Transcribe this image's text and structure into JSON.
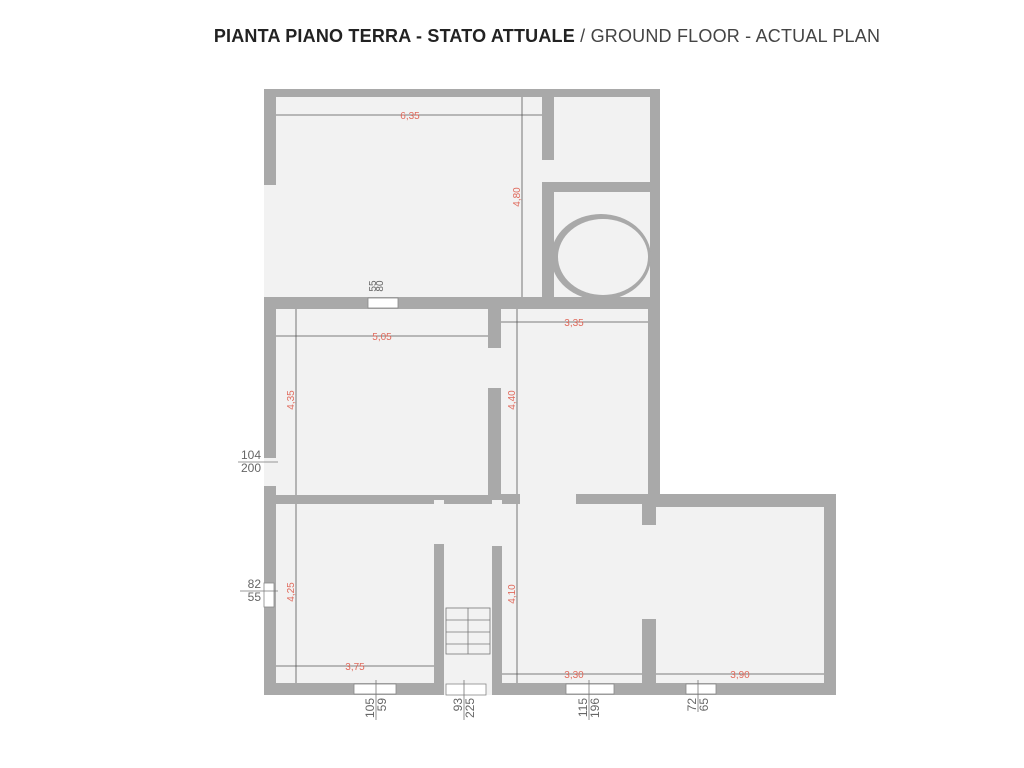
{
  "title": {
    "main": "PIANTA PIANO TERRA - STATO ATTUALE",
    "separator": " / ",
    "sub": "GROUND FLOOR - ACTUAL PLAN"
  },
  "dimensions": {
    "top_room_width": "6,35",
    "top_room_height": "4,80",
    "mid_left_width": "5,05",
    "mid_left_height": "4,35",
    "mid_right_width": "3,35",
    "mid_right_height": "4,40",
    "bottom_left_height": "4,25",
    "bottom_left_width": "3,75",
    "bottom_mid_height": "4,10",
    "bottom_mid_width": "3,30",
    "bottom_right_width": "3,90"
  },
  "openings": {
    "top_window": [
      "80",
      "55"
    ],
    "left_upper": [
      "104",
      "200"
    ],
    "left_lower": [
      "82",
      "55"
    ],
    "bottom_1": [
      "105",
      "59"
    ],
    "bottom_2": [
      "93",
      "225"
    ],
    "bottom_3": [
      "115",
      "196"
    ],
    "bottom_4": [
      "72",
      "65"
    ]
  },
  "colors": {
    "wall": "#a9a9a9",
    "floor": "#f2f2f2",
    "dimension": "#e06a5c"
  }
}
